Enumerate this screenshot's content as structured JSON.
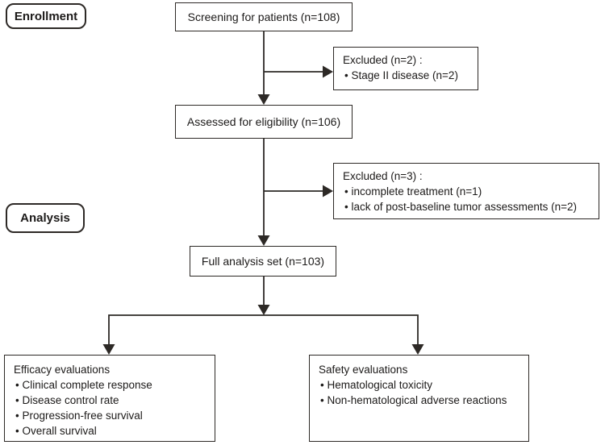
{
  "colors": {
    "line": "#2d2926",
    "text": "#1c1a19",
    "background": "#ffffff"
  },
  "phases": {
    "enrollment": {
      "label": "Enrollment"
    },
    "analysis": {
      "label": "Analysis"
    }
  },
  "nodes": {
    "screening": {
      "label": "Screening for patients (n=108)"
    },
    "excluded_screening": {
      "title": "Excluded (n=2) :",
      "items": [
        "Stage II disease (n=2)"
      ]
    },
    "assessed": {
      "label": "Assessed for eligibility (n=106)"
    },
    "excluded_eligibility": {
      "title": "Excluded (n=3) :",
      "items": [
        "incomplete treatment (n=1)",
        "lack of post-baseline tumor assessments (n=2)"
      ]
    },
    "full_analysis": {
      "label": "Full analysis set (n=103)"
    },
    "efficacy": {
      "title": "Efficacy evaluations",
      "items": [
        "Clinical complete response",
        "Disease control rate",
        "Progression-free survival",
        "Overall survival"
      ]
    },
    "safety": {
      "title": "Safety evaluations",
      "items": [
        "Hematological toxicity",
        "Non-hematological adverse reactions"
      ]
    }
  }
}
